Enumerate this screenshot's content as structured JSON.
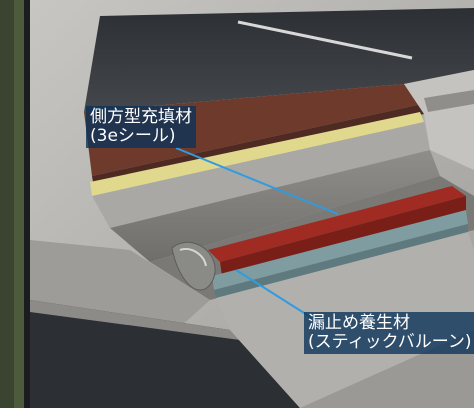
{
  "labels": {
    "side_filler": {
      "line1": "側方型充填材",
      "line2": "(3eシール)"
    },
    "leak_guard": {
      "line1": "漏止め養生材",
      "line2": "(スティックバルーン)"
    }
  },
  "colors": {
    "label_background": "#0a325a",
    "leader_line": "#2f9be0",
    "asphalt": "#3a3d42",
    "concrete": "#b7b6b1",
    "pavement_layer": "#6e3a2c",
    "sealant": "#8c231c",
    "yellow_band": "#e0d88c",
    "balloon": "#7f9ca0"
  }
}
